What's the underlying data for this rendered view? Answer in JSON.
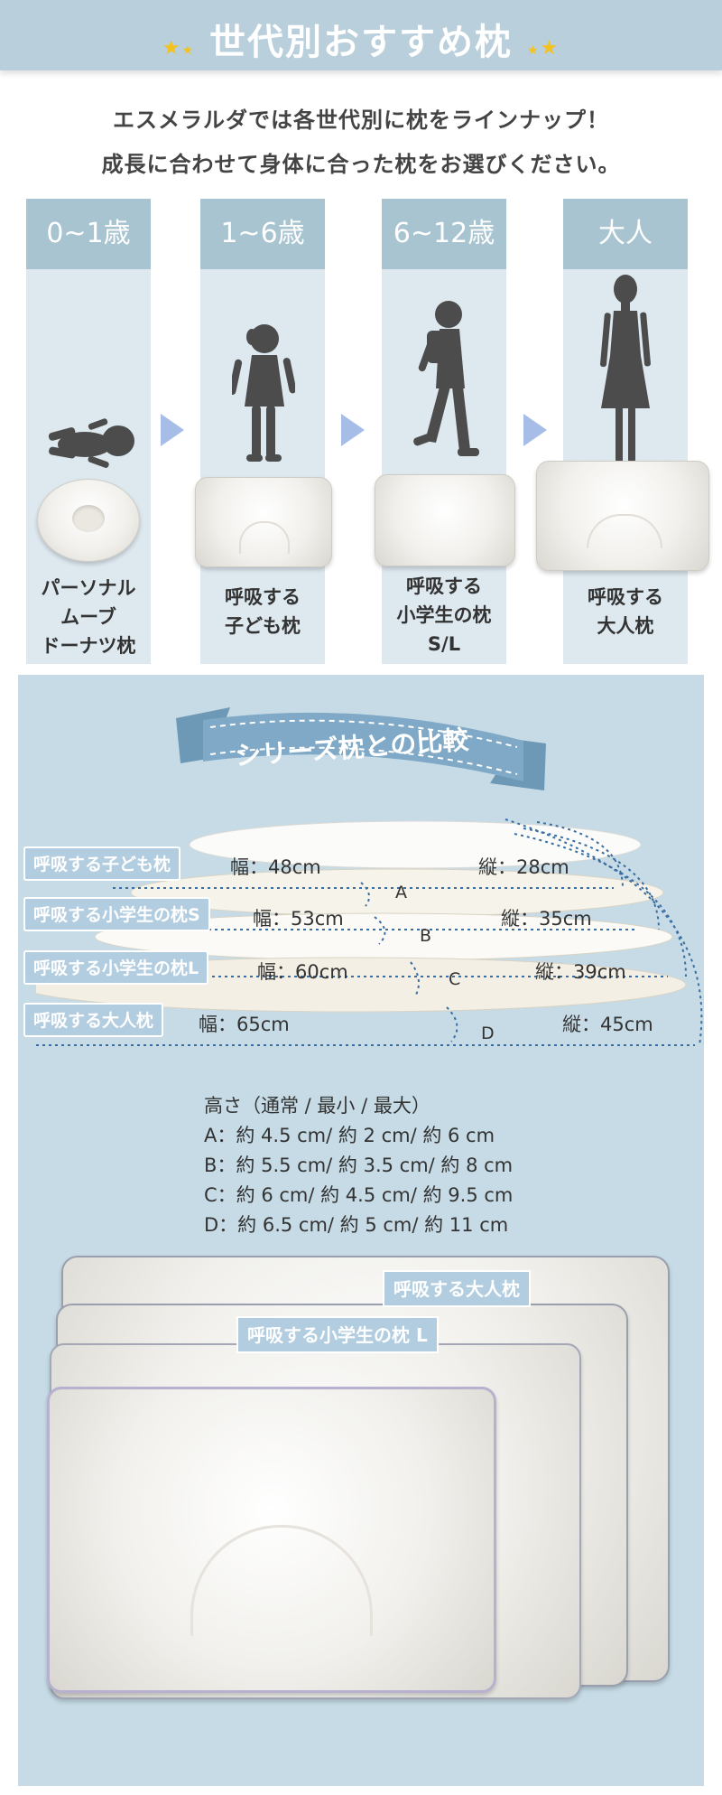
{
  "header": {
    "title": "世代別おすすめ枕"
  },
  "intro": {
    "line1": "エスメラルダでは各世代別に枕をラインナップ！",
    "line2": "成長に合わせて身体に合った枕をお選びください。"
  },
  "ages": [
    {
      "age": "0~1歳",
      "label_lines": [
        "パーソナル",
        "ムーブ",
        "ドーナツ枕"
      ]
    },
    {
      "age": "1~6歳",
      "label_lines": [
        "呼吸する",
        "子ども枕"
      ]
    },
    {
      "age": "6~12歳",
      "label_lines": [
        "呼吸する",
        "小学生の枕",
        "S/L"
      ]
    },
    {
      "age": "大人",
      "label_lines": [
        "呼吸する",
        "大人枕"
      ]
    }
  ],
  "comparison": {
    "ribbon_title": "シリーズ枕との比較",
    "series": [
      {
        "name": "呼吸する子ども枕",
        "width": "幅：48cm",
        "depth": "縦：28cm",
        "letter": "A"
      },
      {
        "name": "呼吸する小学生の枕S",
        "width": "幅：53cm",
        "depth": "縦：35cm",
        "letter": "B"
      },
      {
        "name": "呼吸する小学生の枕L",
        "width": "幅：60cm",
        "depth": "縦：39cm",
        "letter": "C"
      },
      {
        "name": "呼吸する大人枕",
        "width": "幅：65cm",
        "depth": "縦：45cm",
        "letter": "D"
      }
    ],
    "heights_title": "高さ（通常 / 最小 / 最大）",
    "heights": [
      "A：約 4.5 cm/ 約 2 cm/ 約 6 cm",
      "B：約 5.5 cm/ 約 3.5 cm/ 約 8 cm",
      "C：約 6 cm/ 約 4.5 cm/ 約 9.5 cm",
      "D：約 6.5 cm/ 約 5 cm/ 約 11 cm"
    ],
    "stack_labels": {
      "adult": "呼吸する大人枕",
      "student_l": "呼吸する小学生の枕 L"
    }
  },
  "colors": {
    "header_bg": "#b9cfdc",
    "column_bg": "#dde8ef",
    "column_head": "#a7c4d0",
    "panel_bg": "#c6dbe6",
    "ribbon": "#7fa9c6",
    "arrow": "#a6bde8",
    "star": "#f4c21f"
  }
}
